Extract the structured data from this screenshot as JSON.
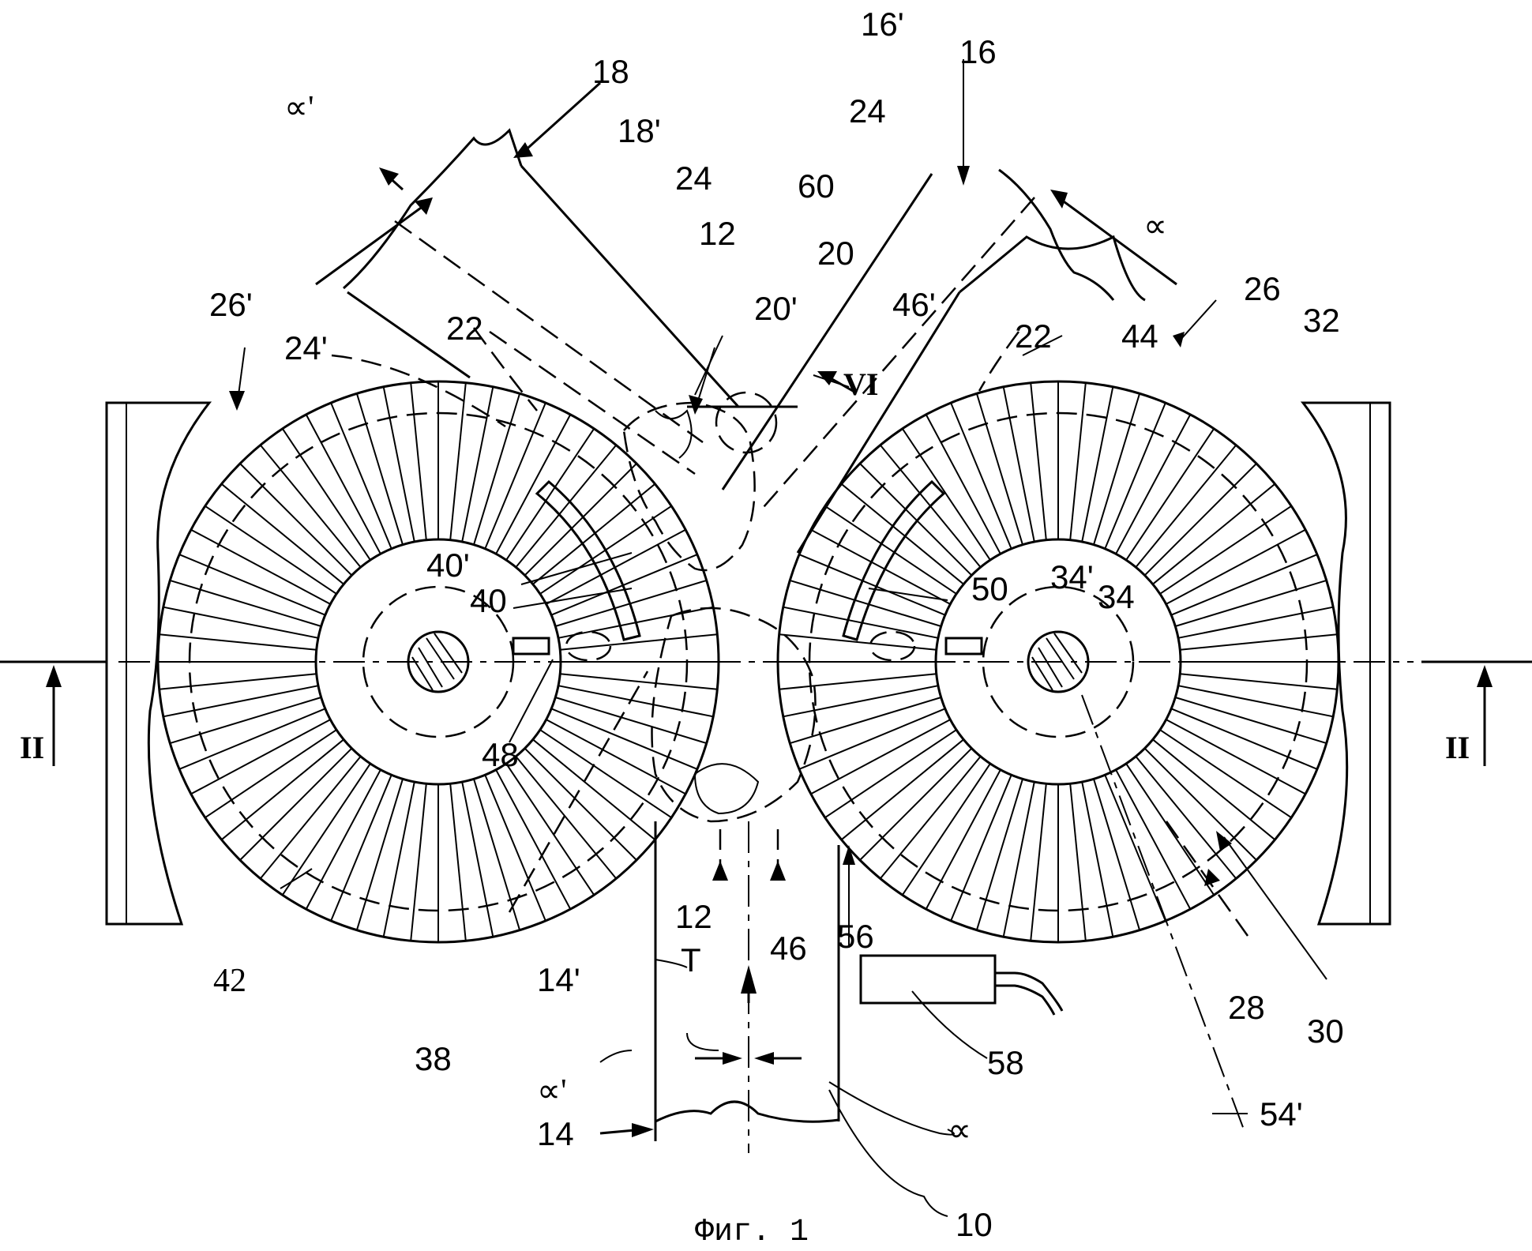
{
  "figure": {
    "caption": "Фиг. 1",
    "references": [
      {
        "id": "ref-18",
        "text": "18"
      },
      {
        "id": "ref-18p",
        "text": "18'"
      },
      {
        "id": "ref-16p",
        "text": "16'"
      },
      {
        "id": "ref-16",
        "text": "16"
      },
      {
        "id": "ref-alpha-p-top",
        "text": "∝'"
      },
      {
        "id": "ref-alpha-top",
        "text": "∝"
      },
      {
        "id": "ref-24-a",
        "text": "24"
      },
      {
        "id": "ref-24-b",
        "text": "24"
      },
      {
        "id": "ref-60",
        "text": "60"
      },
      {
        "id": "ref-20",
        "text": "20"
      },
      {
        "id": "ref-20p",
        "text": "20'"
      },
      {
        "id": "ref-12-top",
        "text": "12"
      },
      {
        "id": "ref-26p",
        "text": "26'"
      },
      {
        "id": "ref-26",
        "text": "26"
      },
      {
        "id": "ref-24p",
        "text": "24'"
      },
      {
        "id": "ref-22-left",
        "text": "22"
      },
      {
        "id": "ref-22-right",
        "text": "22"
      },
      {
        "id": "ref-46p",
        "text": "46'"
      },
      {
        "id": "ref-44",
        "text": "44"
      },
      {
        "id": "ref-32",
        "text": "32"
      },
      {
        "id": "ref-40p",
        "text": "40'"
      },
      {
        "id": "ref-40",
        "text": "40"
      },
      {
        "id": "ref-50",
        "text": "50"
      },
      {
        "id": "ref-34p",
        "text": "34'"
      },
      {
        "id": "ref-34",
        "text": "34"
      },
      {
        "id": "ref-48",
        "text": "48"
      },
      {
        "id": "ref-12-bottom",
        "text": "12"
      },
      {
        "id": "ref-46",
        "text": "46"
      },
      {
        "id": "ref-56",
        "text": "56"
      },
      {
        "id": "ref-14p",
        "text": "14'"
      },
      {
        "id": "ref-T",
        "text": "T"
      },
      {
        "id": "ref-42",
        "text": "42"
      },
      {
        "id": "ref-38",
        "text": "38"
      },
      {
        "id": "ref-58",
        "text": "58"
      },
      {
        "id": "ref-28",
        "text": "28"
      },
      {
        "id": "ref-30",
        "text": "30"
      },
      {
        "id": "ref-alpha-p-bottom",
        "text": "∝'"
      },
      {
        "id": "ref-alpha-bottom",
        "text": "∝"
      },
      {
        "id": "ref-14",
        "text": "14"
      },
      {
        "id": "ref-54p",
        "text": "54'"
      },
      {
        "id": "ref-10",
        "text": "10"
      }
    ],
    "section_marks": {
      "left": "II",
      "right": "II",
      "view": "VI"
    }
  }
}
